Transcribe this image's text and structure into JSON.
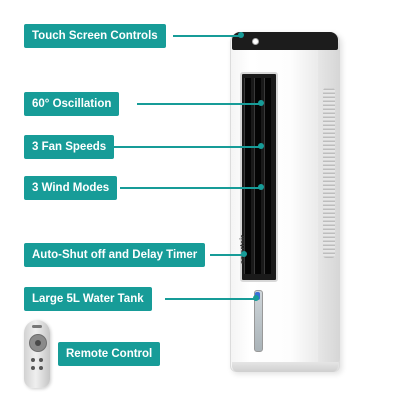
{
  "callouts": [
    {
      "id": "touch",
      "text": "Touch Screen Controls"
    },
    {
      "id": "oscillation",
      "text": "60° Oscillation"
    },
    {
      "id": "speeds",
      "text": "3 Fan Speeds"
    },
    {
      "id": "modes",
      "text": "3 Wind Modes"
    },
    {
      "id": "timer",
      "text": "Auto-Shut off and Delay Timer"
    },
    {
      "id": "tank",
      "text": "Large 5L Water Tank"
    },
    {
      "id": "remote",
      "text": "Remote Control"
    }
  ],
  "product": {
    "brand_logo": "smartair"
  },
  "colors": {
    "accent": "#179c98",
    "label_text": "#ffffff",
    "background": "#ffffff"
  },
  "icons": {
    "product": "tower-air-cooler",
    "remote": "remote-control"
  }
}
